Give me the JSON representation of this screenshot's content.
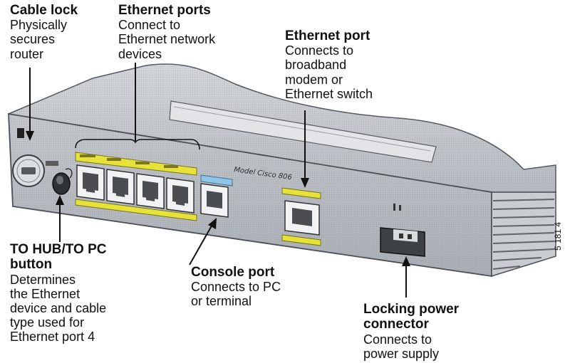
{
  "callouts": {
    "cable_lock": {
      "title": "Cable lock",
      "desc": "Physically\nsecures\nrouter"
    },
    "ethernet_ports": {
      "title": "Ethernet ports",
      "desc": "Connect to\nEthernet network\ndevices"
    },
    "ethernet_port": {
      "title": "Ethernet port",
      "desc": "Connects to\nbroadband\nmodem or\nEthernet switch"
    },
    "hub_pc_button": {
      "title": "TO HUB/TO PC\nbutton",
      "desc": "Determines\nthe Ethernet\ndevice and cable\ntype used for\nEthernet port 4"
    },
    "console_port": {
      "title": "Console port",
      "desc": "Connects to PC\nor terminal"
    },
    "locking_power": {
      "title": "Locking power\nconnector",
      "desc": "Connects to\npower supply"
    }
  },
  "device_label": "Model Cisco 806",
  "figure_number": "5 181 4",
  "colors": {
    "chassis": "#b9bec4",
    "chassis_dark": "#8e949b",
    "port_label_yellow": "#e6e23a",
    "console_label_blue": "#8fc6e8",
    "leader_line": "#111111"
  }
}
